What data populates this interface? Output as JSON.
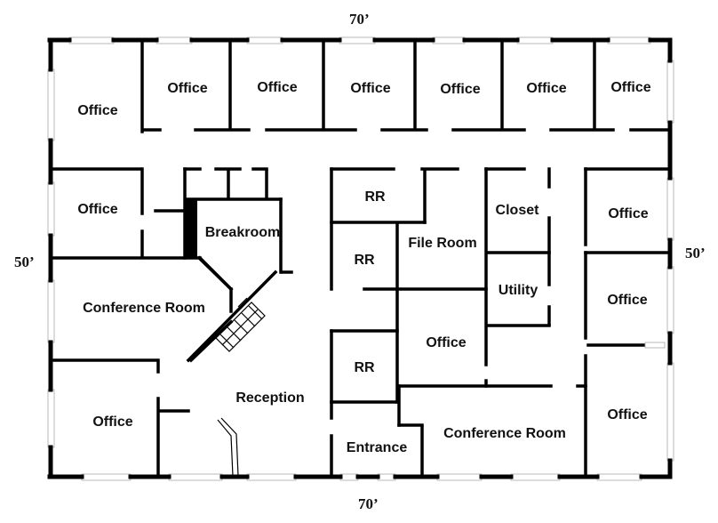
{
  "dimensions": {
    "top": "70’",
    "bottom": "70’",
    "left": "50’",
    "right": "50’"
  },
  "rooms": {
    "office_nw": "Office",
    "office_top_1": "Office",
    "office_top_2": "Office",
    "office_top_3": "Office",
    "office_top_4": "Office",
    "office_top_5": "Office",
    "office_top_6": "Office",
    "office_west": "Office",
    "breakroom": "Breakroom",
    "rr_1": "RR",
    "rr_2": "RR",
    "rr_3": "RR",
    "file_room": "File Room",
    "closet": "Closet",
    "utility": "Utility",
    "office_east_1": "Office",
    "office_east_2": "Office",
    "office_east_3": "Office",
    "conference_room_west": "Conference Room",
    "office_center": "Office",
    "reception": "Reception",
    "office_sw": "Office",
    "entrance": "Entrance",
    "conference_room_south": "Conference Room"
  }
}
